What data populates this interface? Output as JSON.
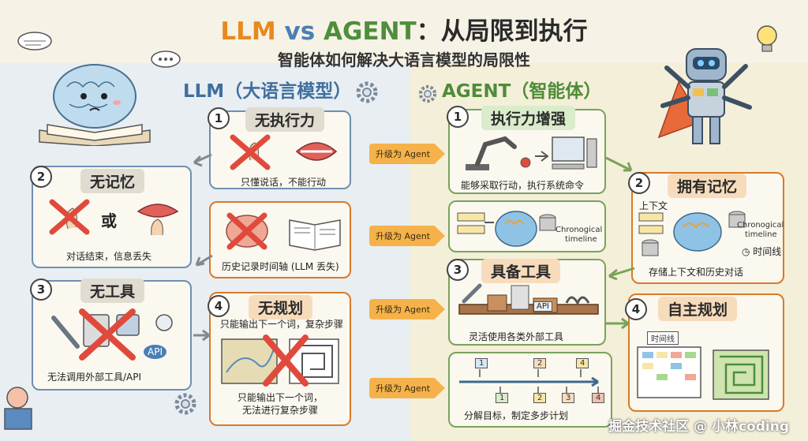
{
  "title": {
    "llm": "LLM",
    "vs": "vs",
    "agent": "AGENT",
    "rest": "：从局限到执行"
  },
  "subtitle": "智能体如何解决大语言模型的局限性",
  "llm_section": {
    "heading": "LLM（大语言模型）",
    "cards": [
      {
        "num": "1",
        "title": "无执行力",
        "caption": "只懂说话，不能行动"
      },
      {
        "num": "2",
        "title": "无记忆",
        "or_text": "或",
        "caption": "对话结束，信息丢失"
      },
      {
        "num": "",
        "title": "",
        "caption": "历史记录时间轴 (LLM 丢失)"
      },
      {
        "num": "3",
        "title": "无工具",
        "api": "API",
        "caption": "无法调用外部工具/API"
      },
      {
        "num": "4",
        "title": "无规划",
        "caption_top": "只能输出下一个词，复杂步骤",
        "caption_bottom_1": "只能输出下一个词，",
        "caption_bottom_2": "无法进行复杂步骤"
      }
    ]
  },
  "upgrade_badge": "升级为 Agent",
  "agent_section": {
    "heading": "AGENT（智能体）",
    "cards": [
      {
        "num": "1",
        "title": "执行力增强",
        "caption": "能够采取行动，执行系统命令"
      },
      {
        "num": "",
        "title": "",
        "caption_1": "Chronogical",
        "caption_2": "timeline"
      },
      {
        "num": "2",
        "title": "拥有记忆",
        "context": "上下文",
        "chrono_1": "Chronogical",
        "chrono_2": "timeline",
        "time_label": "时间线",
        "caption": "存储上下文和历史对话"
      },
      {
        "num": "3",
        "title": "具备工具",
        "api": "API",
        "caption": "灵活使用各类外部工具"
      },
      {
        "num": "4",
        "title": "自主规划",
        "timeline_label": "时间线"
      },
      {
        "steps_top": [
          "1",
          "2",
          "4"
        ],
        "steps_bottom": [
          "1",
          "2",
          "3",
          "4"
        ],
        "caption": "分解目标，制定多步计划"
      }
    ]
  },
  "watermark": "掘金技术社区 @ 小林coding",
  "colors": {
    "orange": "#d77a2a",
    "green": "#7aa35a",
    "blue": "#6f8fb0",
    "badge": "#f5b24a",
    "red": "#e04a3c"
  }
}
